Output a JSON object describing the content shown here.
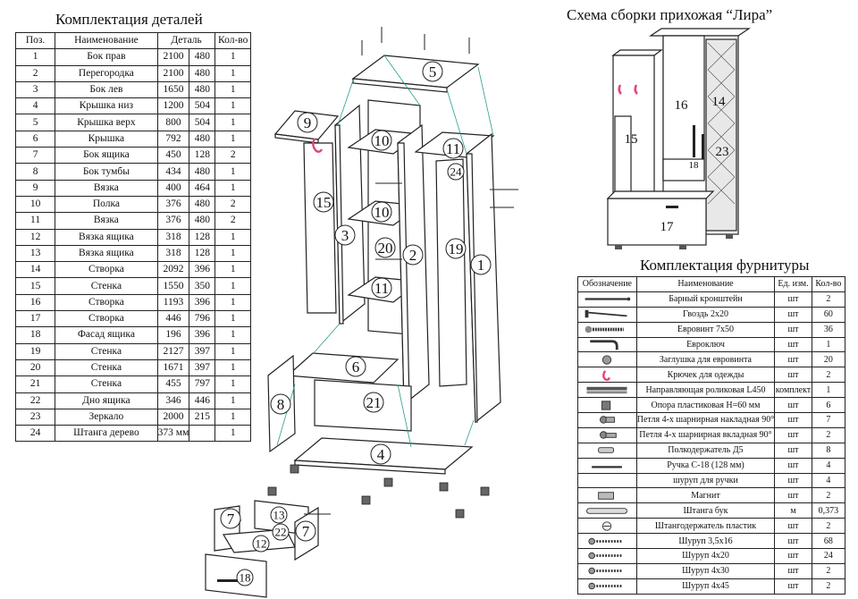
{
  "parts_title": "Комплектация деталей",
  "scheme_title": "Схема сборки прихожая “Лира”",
  "hardware_title": "Комплектация фурнитуры",
  "parts_headers": [
    "Поз.",
    "Наименование",
    "Деталь",
    "Кол-во"
  ],
  "parts": [
    {
      "pos": "1",
      "name": "Бок прав",
      "a": "2100",
      "b": "480",
      "qty": "1"
    },
    {
      "pos": "2",
      "name": "Перегородка",
      "a": "2100",
      "b": "480",
      "qty": "1"
    },
    {
      "pos": "3",
      "name": "Бок лев",
      "a": "1650",
      "b": "480",
      "qty": "1"
    },
    {
      "pos": "4",
      "name": "Крышка низ",
      "a": "1200",
      "b": "504",
      "qty": "1"
    },
    {
      "pos": "5",
      "name": "Крышка верх",
      "a": "800",
      "b": "504",
      "qty": "1"
    },
    {
      "pos": "6",
      "name": "Крышка",
      "a": "792",
      "b": "480",
      "qty": "1"
    },
    {
      "pos": "7",
      "name": "Бок ящика",
      "a": "450",
      "b": "128",
      "qty": "2"
    },
    {
      "pos": "8",
      "name": "Бок тумбы",
      "a": "434",
      "b": "480",
      "qty": "1"
    },
    {
      "pos": "9",
      "name": "Вязка",
      "a": "400",
      "b": "464",
      "qty": "1"
    },
    {
      "pos": "10",
      "name": "Полка",
      "a": "376",
      "b": "480",
      "qty": "2"
    },
    {
      "pos": "11",
      "name": "Вязка",
      "a": "376",
      "b": "480",
      "qty": "2"
    },
    {
      "pos": "12",
      "name": "Вязка ящика",
      "a": "318",
      "b": "128",
      "qty": "1"
    },
    {
      "pos": "13",
      "name": "Вязка ящика",
      "a": "318",
      "b": "128",
      "qty": "1"
    },
    {
      "pos": "14",
      "name": "Створка",
      "a": "2092",
      "b": "396",
      "qty": "1"
    },
    {
      "pos": "15",
      "name": "Стенка",
      "a": "1550",
      "b": "350",
      "qty": "1"
    },
    {
      "pos": "16",
      "name": "Створка",
      "a": "1193",
      "b": "396",
      "qty": "1"
    },
    {
      "pos": "17",
      "name": "Створка",
      "a": "446",
      "b": "796",
      "qty": "1"
    },
    {
      "pos": "18",
      "name": "Фасад ящика",
      "a": "196",
      "b": "396",
      "qty": "1"
    },
    {
      "pos": "19",
      "name": "Стенка",
      "a": "2127",
      "b": "397",
      "qty": "1"
    },
    {
      "pos": "20",
      "name": "Стенка",
      "a": "1671",
      "b": "397",
      "qty": "1"
    },
    {
      "pos": "21",
      "name": "Стенка",
      "a": "455",
      "b": "797",
      "qty": "1"
    },
    {
      "pos": "22",
      "name": "Дно ящика",
      "a": "346",
      "b": "446",
      "qty": "1"
    },
    {
      "pos": "23",
      "name": "Зеркало",
      "a": "2000",
      "b": "215",
      "qty": "1"
    },
    {
      "pos": "24",
      "name": "Штанга дерево",
      "a": "373 мм",
      "b": "",
      "qty": "1"
    }
  ],
  "hw_headers": [
    "Обозначение",
    "Наименование",
    "Ед. изм.",
    "Кол-во"
  ],
  "hardware": [
    {
      "icon": "bar-bracket-icon",
      "name": "Барный кронштейн",
      "unit": "шт",
      "qty": "2"
    },
    {
      "icon": "nail-icon",
      "name": "Гвоздь 2х20",
      "unit": "шт",
      "qty": "60"
    },
    {
      "icon": "euroscrew-icon",
      "name": "Евровинт 7х50",
      "unit": "шт",
      "qty": "36"
    },
    {
      "icon": "hex-key-icon",
      "name": "Евроключ",
      "unit": "шт",
      "qty": "1"
    },
    {
      "icon": "screw-cap-icon",
      "name": "Заглушка для евровинта",
      "unit": "шт",
      "qty": "20"
    },
    {
      "icon": "coat-hook-icon",
      "name": "Крючек для одежды",
      "unit": "шт",
      "qty": "2"
    },
    {
      "icon": "roller-guide-icon",
      "name": "Направляющая роликовая L450",
      "unit": "комплект",
      "qty": "1"
    },
    {
      "icon": "plastic-leg-icon",
      "name": "Опора пластиковая Н=60 мм",
      "unit": "шт",
      "qty": "6"
    },
    {
      "icon": "overlay-hinge-icon",
      "name": "Петля 4-х шарнирная накладная 90°",
      "unit": "шт",
      "qty": "7"
    },
    {
      "icon": "inset-hinge-icon",
      "name": "Петля 4-х шарнирная вкладная 90°",
      "unit": "шт",
      "qty": "2"
    },
    {
      "icon": "shelf-pin-icon",
      "name": "Полкодержатель Д5",
      "unit": "шт",
      "qty": "8"
    },
    {
      "icon": "handle-icon",
      "name": "Ручка С-18 (128 мм)",
      "unit": "шт",
      "qty": "4"
    },
    {
      "icon": "",
      "name": "шуруп для ручки",
      "unit": "шт",
      "qty": "4"
    },
    {
      "icon": "magnet-icon",
      "name": "Магнит",
      "unit": "шт",
      "qty": "2"
    },
    {
      "icon": "rod-icon",
      "name": "Штанга бук",
      "unit": "м",
      "qty": "0,373"
    },
    {
      "icon": "rod-holder-icon",
      "name": "Штангодержатель пластик",
      "unit": "шт",
      "qty": "2"
    },
    {
      "icon": "screw-icon",
      "name": "Шуруп 3,5х16",
      "unit": "шт",
      "qty": "68"
    },
    {
      "icon": "screw-icon",
      "name": "Шуруп 4х20",
      "unit": "шт",
      "qty": "24"
    },
    {
      "icon": "screw-icon",
      "name": "Шуруп 4х30",
      "unit": "шт",
      "qty": "2"
    },
    {
      "icon": "screw-icon",
      "name": "Шуруп 4х45",
      "unit": "шт",
      "qty": "2"
    }
  ],
  "diagram_labels": [
    "1",
    "2",
    "3",
    "4",
    "5",
    "6",
    "7",
    "8",
    "9",
    "10",
    "11",
    "12",
    "13",
    "15",
    "18",
    "19",
    "20",
    "21",
    "22",
    "24"
  ],
  "diagram_extra_labels": [
    "10",
    "11",
    "7"
  ],
  "preview_labels": [
    "14",
    "15",
    "16",
    "17",
    "18",
    "23"
  ],
  "colors": {
    "line": "#222222",
    "panel": "#ffffff",
    "guide": "#2a9d8f",
    "hook": "#e0447e",
    "mirror": "#555555"
  }
}
